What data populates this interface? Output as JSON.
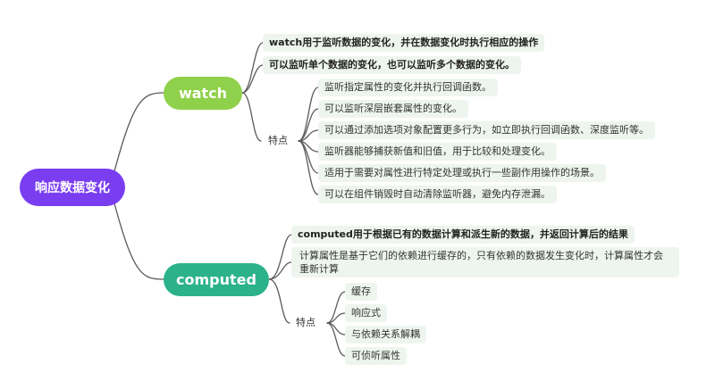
{
  "root": {
    "label": "响应数据变化"
  },
  "watch": {
    "label": "watch",
    "items": [
      "watch用于监听数据的变化，并在数据变化时执行相应的操作",
      "可以监听单个数据的变化，也可以监听多个数据的变化。"
    ],
    "feature_label": "特点",
    "features": [
      "监听指定属性的变化并执行回调函数。",
      "可以监听深层嵌套属性的变化。",
      "可以通过添加选项对象配置更多行为，如立即执行回调函数、深度监听等。",
      "监听器能够捕获新值和旧值，用于比较和处理变化。",
      "适用于需要对属性进行特定处理或执行一些副作用操作的场景。",
      "可以在组件销毁时自动清除监听器，避免内存泄漏。"
    ]
  },
  "computed": {
    "label": "computed",
    "items": [
      "computed用于根据已有的数据计算和派生新的数据，并返回计算后的结果",
      "计算属性是基于它们的依赖进行缓存的，只有依赖的数据发生变化时，计算属性才会重新计算"
    ],
    "feature_label": "特点",
    "features": [
      "缓存",
      "响应式",
      "与依赖关系解耦",
      "可侦听属性"
    ]
  },
  "colors": {
    "root": "#7a3ef0",
    "watch": "#8fd14a",
    "computed": "#2bb28a",
    "line": "#5a5a5a",
    "leaf_bg": "#eef5ee"
  }
}
